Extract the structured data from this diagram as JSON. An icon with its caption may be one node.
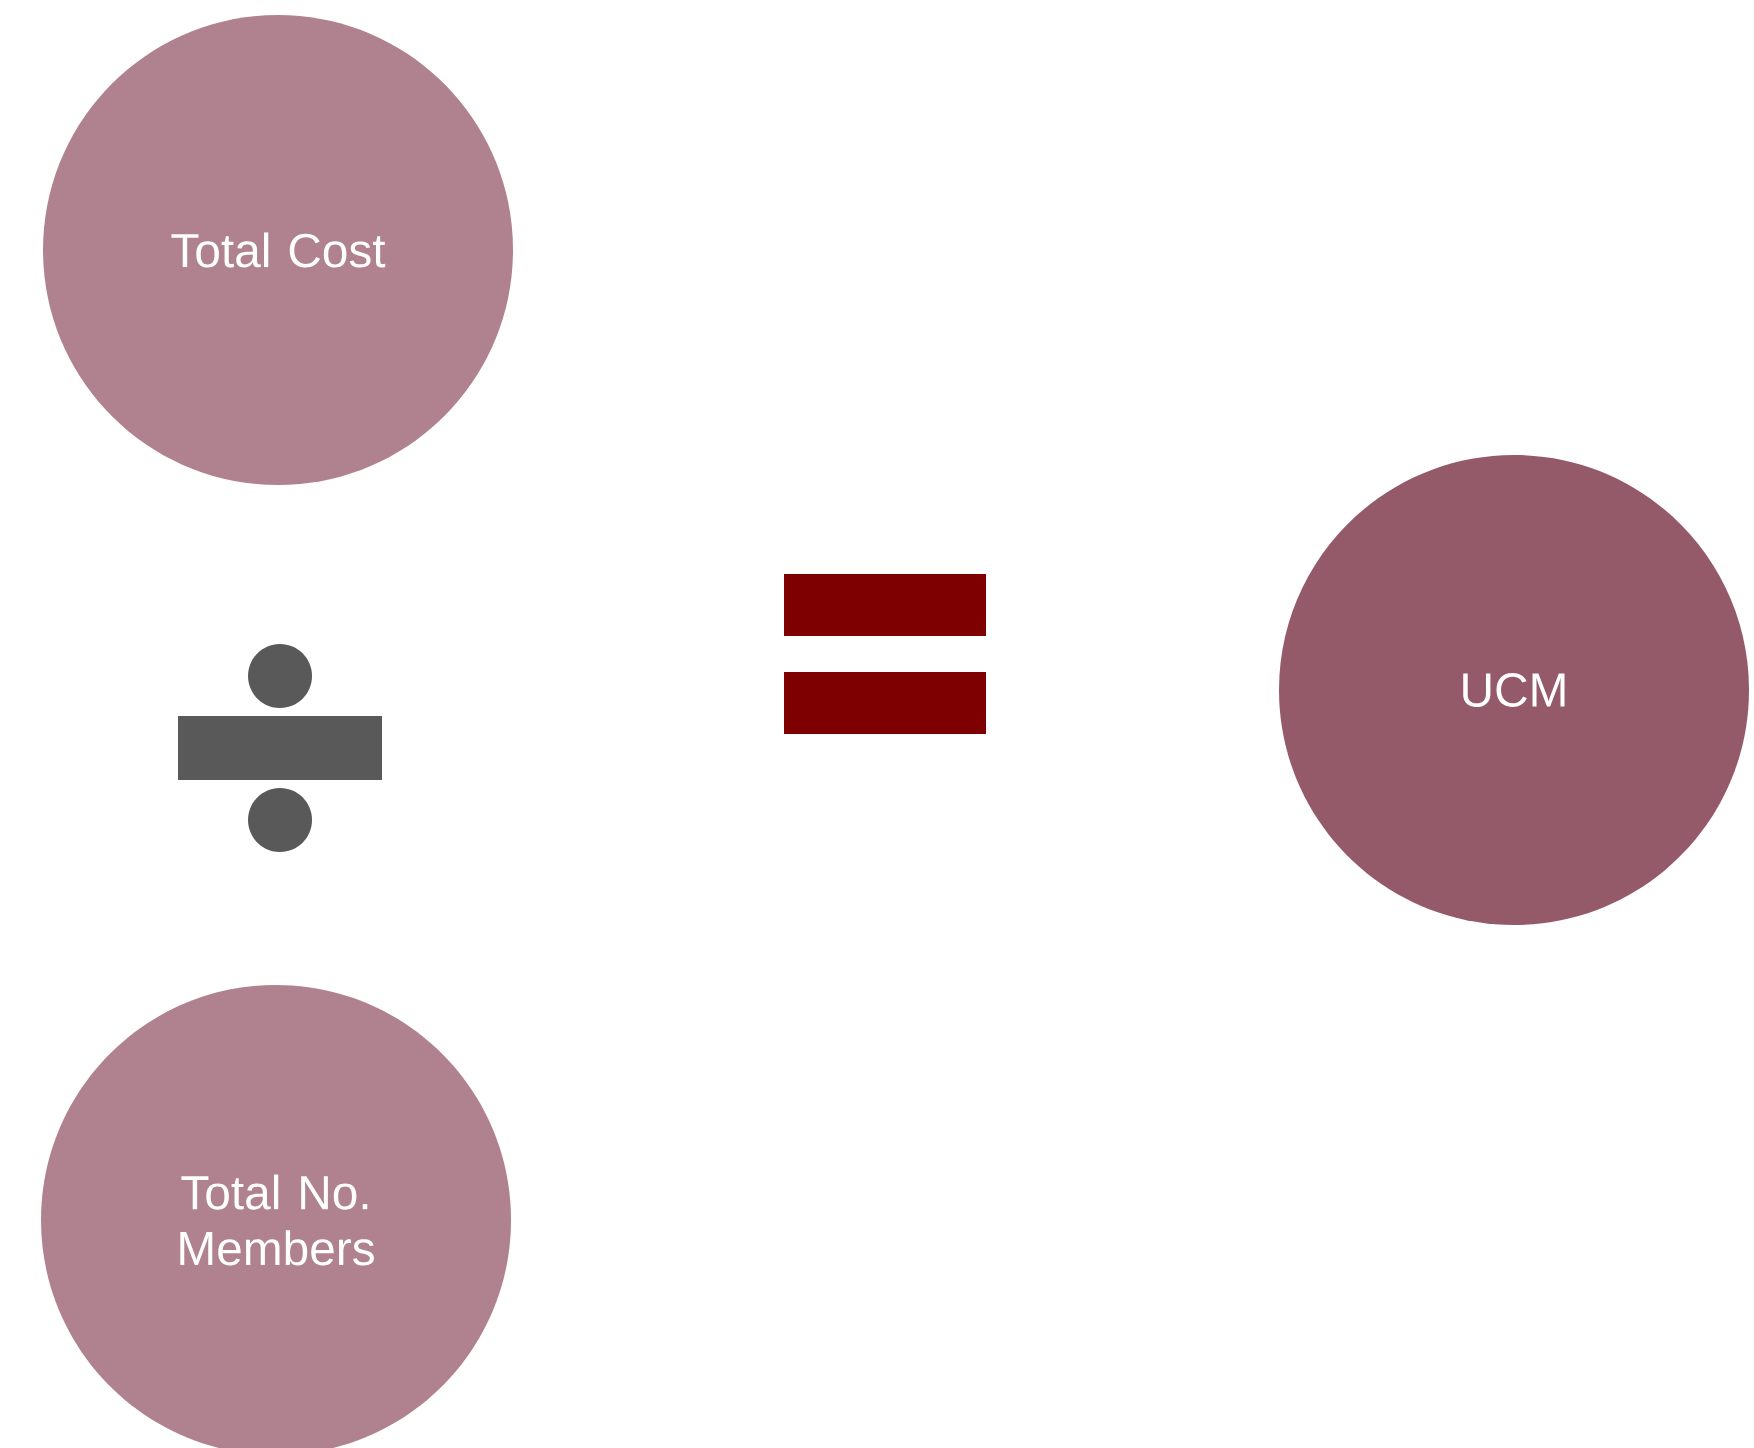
{
  "diagram": {
    "nodes": [
      {
        "text": [
          "Total Cost"
        ]
      },
      {
        "text": [
          "Total No. Members"
        ]
      },
      {
        "text": [
          "UCM"
        ]
      }
    ]
  }
}
